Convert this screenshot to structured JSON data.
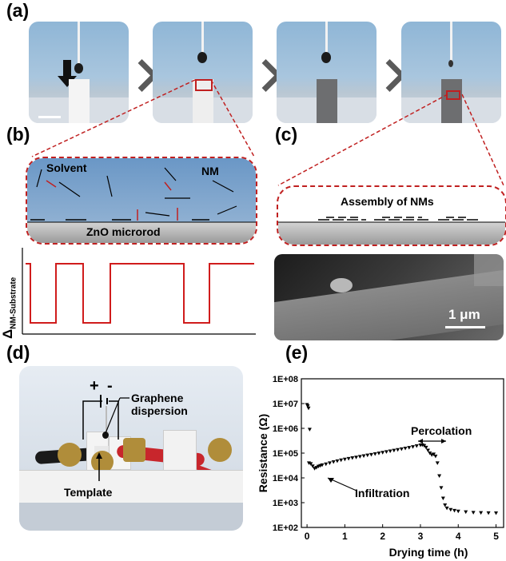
{
  "labels": {
    "a": "(a)",
    "b": "(b)",
    "c": "(c)",
    "d": "(d)",
    "e": "(e)"
  },
  "panel_b": {
    "solvent": "Solvent",
    "nm": "NM",
    "zno": "ZnO microrod",
    "delta_symbol": "Δ",
    "delta_sub": "NM-Substrate"
  },
  "panel_c": {
    "assembly": "Assembly of NMs",
    "scale": "1 μm"
  },
  "panel_d": {
    "plus": "+",
    "minus": "-",
    "graphene": "Graphene dispersion",
    "template": "Template"
  },
  "chart_data": {
    "type": "scatter",
    "xlabel": "Drying time (h)",
    "ylabel": "Resistance (Ω)",
    "xlim": [
      -0.15,
      5.2
    ],
    "ylim_log10": [
      2,
      8
    ],
    "x_ticks": [
      "0",
      "1",
      "2",
      "3",
      "4",
      "5"
    ],
    "y_ticks": [
      "1E+02",
      "1E+03",
      "1E+04",
      "1E+05",
      "1E+06",
      "1E+07",
      "1E+08"
    ],
    "annotations": [
      "Infiltration",
      "Percolation"
    ],
    "points": [
      [
        0.0,
        9000000
      ],
      [
        0.02,
        8000000
      ],
      [
        0.04,
        6500000
      ],
      [
        0.07,
        900000
      ],
      [
        0.05,
        40000
      ],
      [
        0.1,
        37000
      ],
      [
        0.15,
        30000
      ],
      [
        0.2,
        24000
      ],
      [
        0.25,
        26000
      ],
      [
        0.3,
        29000
      ],
      [
        0.35,
        31000
      ],
      [
        0.4,
        33000
      ],
      [
        0.5,
        36000
      ],
      [
        0.6,
        40000
      ],
      [
        0.7,
        44000
      ],
      [
        0.8,
        48000
      ],
      [
        0.9,
        52000
      ],
      [
        1.0,
        56000
      ],
      [
        1.1,
        60000
      ],
      [
        1.2,
        64000
      ],
      [
        1.3,
        68000
      ],
      [
        1.4,
        72000
      ],
      [
        1.5,
        77000
      ],
      [
        1.6,
        82000
      ],
      [
        1.7,
        87000
      ],
      [
        1.8,
        93000
      ],
      [
        1.9,
        99000
      ],
      [
        2.0,
        106000
      ],
      [
        2.1,
        113000
      ],
      [
        2.2,
        120000
      ],
      [
        2.3,
        128000
      ],
      [
        2.4,
        137000
      ],
      [
        2.5,
        146000
      ],
      [
        2.6,
        156000
      ],
      [
        2.7,
        167000
      ],
      [
        2.8,
        180000
      ],
      [
        2.9,
        195000
      ],
      [
        3.0,
        210000
      ],
      [
        3.05,
        215000
      ],
      [
        3.1,
        200000
      ],
      [
        3.15,
        170000
      ],
      [
        3.2,
        130000
      ],
      [
        3.25,
        100000
      ],
      [
        3.3,
        85000
      ],
      [
        3.35,
        90000
      ],
      [
        3.4,
        75000
      ],
      [
        3.45,
        40000
      ],
      [
        3.5,
        12000
      ],
      [
        3.55,
        4000
      ],
      [
        3.6,
        1500
      ],
      [
        3.65,
        800
      ],
      [
        3.7,
        600
      ],
      [
        3.8,
        520
      ],
      [
        3.9,
        480
      ],
      [
        4.0,
        450
      ],
      [
        4.2,
        420
      ],
      [
        4.4,
        400
      ],
      [
        4.6,
        390
      ],
      [
        4.8,
        385
      ],
      [
        5.0,
        380
      ]
    ]
  }
}
